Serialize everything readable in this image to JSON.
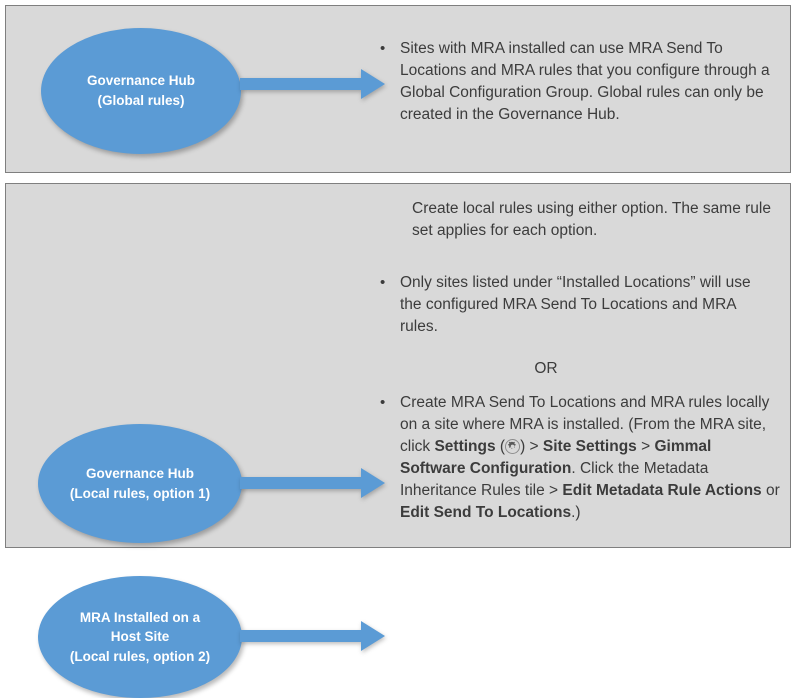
{
  "page": {
    "background_color": "#ffffff",
    "panel_fill": "#d9d9d9",
    "panel_border": "#7f7f7f",
    "shape_color": "#5b9bd5",
    "shape_text_color": "#ffffff",
    "body_text_color": "#3c3c3c"
  },
  "panels": {
    "global": {
      "name": "Global rules panel",
      "shape": {
        "icon": "ellipse-shape",
        "lines": [
          "Governance Hub",
          "(Global rules)"
        ]
      },
      "arrow": {
        "icon": "right-block-arrow-icon"
      },
      "bullets": [
        {
          "marker": "•",
          "runs": [
            {
              "text": "Sites with MRA installed can use MRA Send To Locations and MRA rules that you configure through a Global Configuration Group. Global rules can only be created in the Governance Hub.",
              "bold": false
            }
          ]
        }
      ]
    },
    "local": {
      "name": "Local rules panel",
      "intro": "Create local rules using either option. The same rule set applies for each option.",
      "separator": "OR",
      "option1": {
        "shape": {
          "icon": "ellipse-shape",
          "lines": [
            "Governance Hub",
            "(Local rules, option 1)"
          ]
        },
        "arrow": {
          "icon": "right-block-arrow-icon"
        },
        "bullets": [
          {
            "marker": "•",
            "runs": [
              {
                "text": "Only sites listed under “Installed Locations” will use the configured MRA Send To Locations and MRA rules.",
                "bold": false
              }
            ]
          }
        ]
      },
      "option2": {
        "shape": {
          "icon": "ellipse-shape",
          "lines": [
            "MRA Installed on a",
            "Host Site",
            "(Local rules, option 2)"
          ]
        },
        "arrow": {
          "icon": "right-block-arrow-icon"
        },
        "bullets": [
          {
            "marker": "•",
            "runs": [
              {
                "text": "Create MRA Send To Locations and MRA rules locally on a site where MRA is installed. (From the MRA site, click ",
                "bold": false
              },
              {
                "text": "Settings",
                "bold": true
              },
              {
                "text": " (",
                "bold": false
              },
              {
                "text": "gear-icon",
                "bold": false,
                "is_icon": true
              },
              {
                "text": ") > ",
                "bold": false
              },
              {
                "text": "Site Settings",
                "bold": true
              },
              {
                "text": " > ",
                "bold": false
              },
              {
                "text": "Gimmal Software Configuration",
                "bold": true
              },
              {
                "text": ". Click the Metadata Inheritance Rules tile > ",
                "bold": false
              },
              {
                "text": "Edit Metadata Rule Actions",
                "bold": true
              },
              {
                "text": " or ",
                "bold": false
              },
              {
                "text": "Edit Send To Locations",
                "bold": true
              },
              {
                "text": ".)",
                "bold": false
              }
            ]
          }
        ]
      }
    }
  }
}
